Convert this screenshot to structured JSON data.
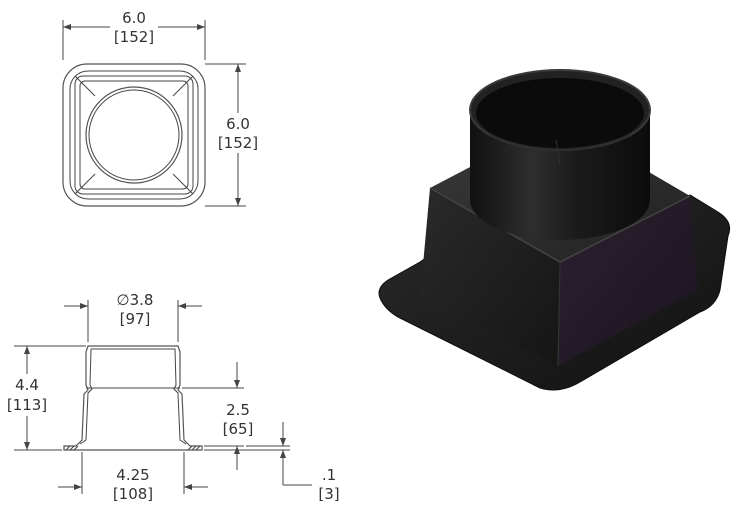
{
  "top_view": {
    "width_in": "6.0",
    "width_mm": "[152]",
    "height_in": "6.0",
    "height_mm": "[152]"
  },
  "side_view": {
    "top_diameter_in": "∅3.8",
    "top_diameter_mm": "[97]",
    "overall_height_in": "4.4",
    "overall_height_mm": "[113]",
    "base_height_in": "2.5",
    "base_height_mm": "[65]",
    "base_width_in": "4.25",
    "base_width_mm": "[108]",
    "flange_thickness_in": ".1",
    "flange_thickness_mm": "[3]"
  },
  "colors": {
    "body": "#222222",
    "body_side_tint": "#2c2030",
    "line": "#444444"
  }
}
